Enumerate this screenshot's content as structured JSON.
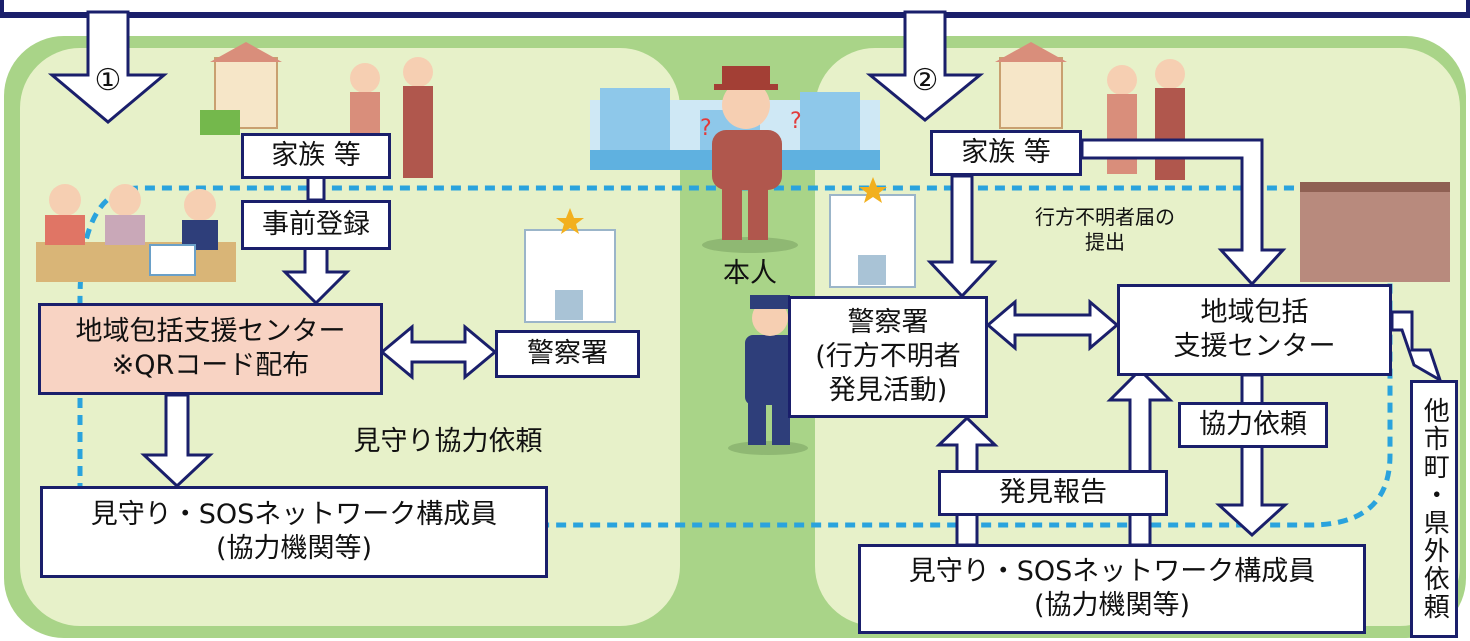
{
  "colors": {
    "panel_outer": "#a9d488",
    "panel_inner": "#e7f1c9",
    "navy": "#1a1f6b",
    "dotted_line": "#2aa3dd",
    "pink_box": "#f8d3c3"
  },
  "section1": {
    "number": "①",
    "family": "家族 等",
    "preregistration": "事前登録",
    "center_line1": "地域包括支援センター",
    "center_line2": "※QRコード配布",
    "police": "警察署",
    "watch_request": "見守り協力依頼",
    "network_line1": "見守り・SOSネットワーク構成員",
    "network_line2": "(協力機関等)"
  },
  "person": {
    "label": "本人"
  },
  "section2": {
    "number": "②",
    "family": "家族 等",
    "missing_report_line1": "行方不明者届の",
    "missing_report_line2": "提出",
    "police_line1": "警察署",
    "police_line2": "(行方不明者",
    "police_line3": "発見活動)",
    "center_line1": "地域包括",
    "center_line2": "支援センター",
    "cooperation": "協力依頼",
    "discovery_report": "発見報告",
    "network_line1": "見守り・SOSネットワーク構成員",
    "network_line2": "(協力機関等)",
    "other_city": "他市町・県外依頼"
  }
}
